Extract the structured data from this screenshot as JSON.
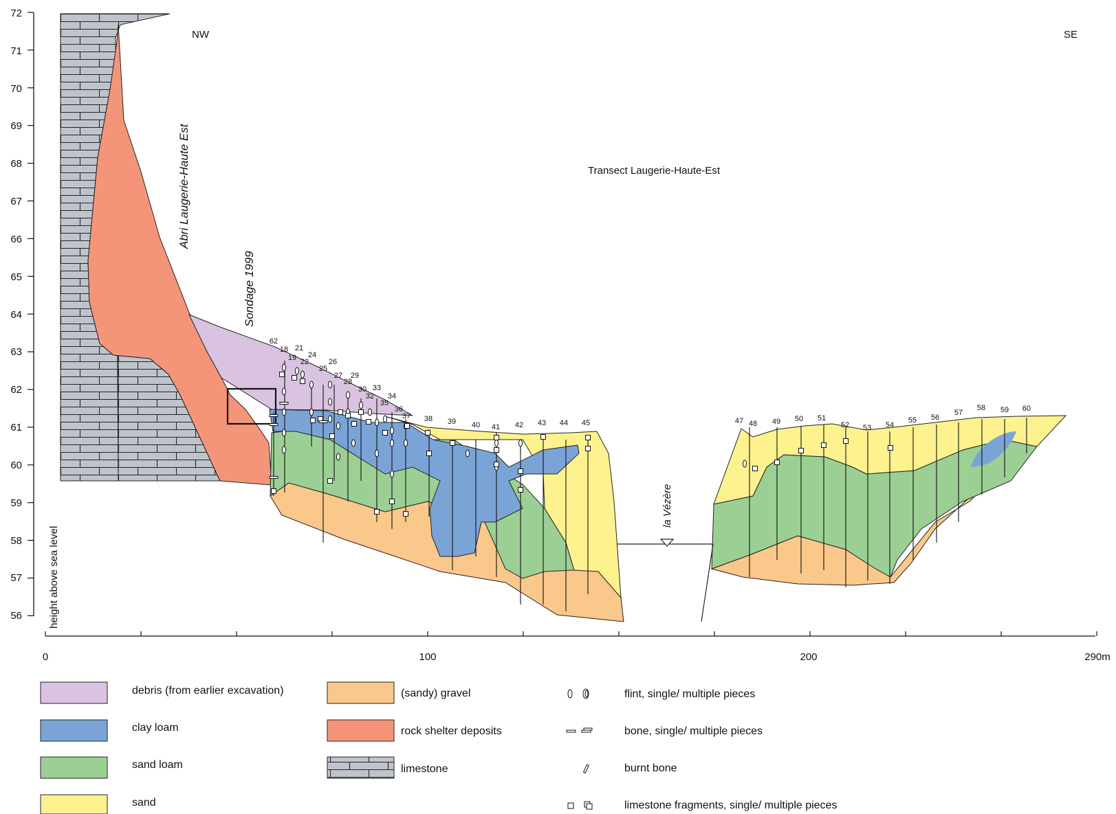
{
  "figure": {
    "title": "Transect Laugerie-Haute-Est",
    "nw": "NW",
    "se": "SE",
    "site_label": "Abri Laugerie-Haute Est",
    "sondage_label": "Sondage 1999",
    "river_label": "la Vézère",
    "y_axis_label": "height above sea level",
    "y_ticks": [
      "72",
      "71",
      "70",
      "69",
      "68",
      "67",
      "66",
      "65",
      "64",
      "63",
      "62",
      "61",
      "60",
      "59",
      "58",
      "57",
      "56"
    ],
    "x_ticks": [
      "0",
      "100",
      "200",
      "290m"
    ],
    "profile_numbers_left": [
      "62",
      "18",
      "19",
      "21",
      "22",
      "24",
      "25",
      "26",
      "27",
      "28",
      "29",
      "30",
      "32",
      "33",
      "34",
      "35",
      "36",
      "37",
      "38",
      "39",
      "40",
      "41",
      "42",
      "43",
      "44",
      "45"
    ],
    "profile_numbers_right": [
      "47",
      "48",
      "49",
      "50",
      "51",
      "52",
      "53",
      "54",
      "55",
      "56",
      "57",
      "58",
      "59",
      "60"
    ]
  },
  "legend": {
    "layers": [
      {
        "label": "debris (from earlier excavation)",
        "color": "#d9c3e0"
      },
      {
        "label": "clay loam",
        "color": "#7ba4d6"
      },
      {
        "label": "sand loam",
        "color": "#9ccf94"
      },
      {
        "label": "sand",
        "color": "#fdf28e"
      },
      {
        "label": "(sandy) gravel",
        "color": "#f9c88a"
      },
      {
        "label": "rock shelter deposits",
        "color": "#f4957a"
      },
      {
        "label": "limestone",
        "color": "#bfc4cc"
      }
    ],
    "symbols": [
      {
        "label": "flint, single/ multiple pieces",
        "icon": "flint-icon"
      },
      {
        "label": "bone, single/ multiple pieces",
        "icon": "bone-icon"
      },
      {
        "label": "burnt bone",
        "icon": "burnt-bone-icon"
      },
      {
        "label": "limestone fragments, single/ multiple pieces",
        "icon": "limestone-fragment-icon"
      }
    ]
  }
}
